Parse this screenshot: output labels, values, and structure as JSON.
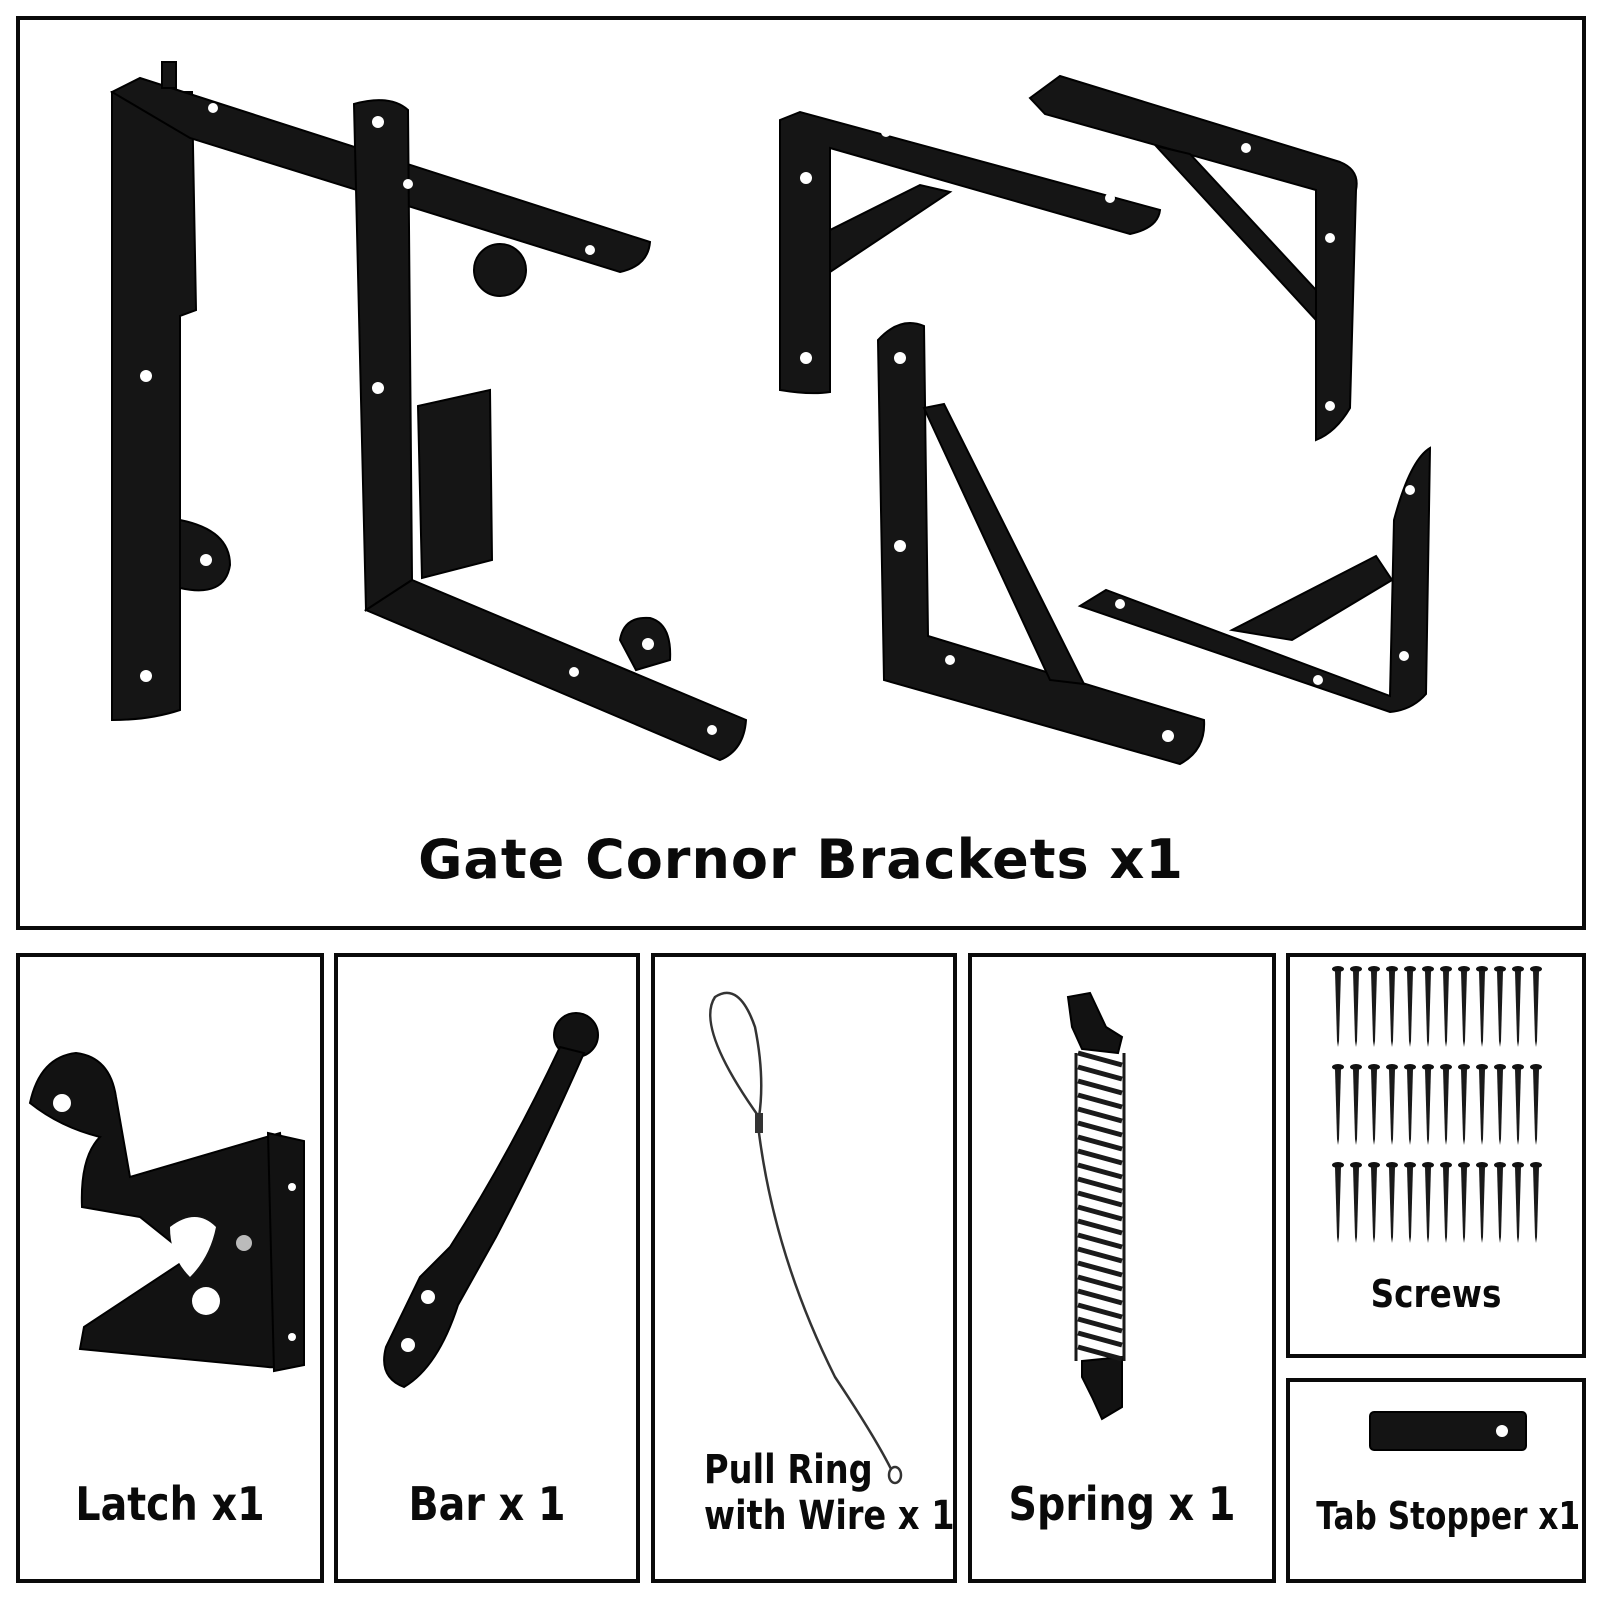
{
  "main_panel": {
    "label": "Gate Cornor Brackets x1"
  },
  "latch_panel": {
    "label": "Latch x1"
  },
  "bar_panel": {
    "label": "Bar x 1"
  },
  "pull_panel": {
    "line1": "Pull Ring",
    "line2": "with Wire x 1"
  },
  "spring_panel": {
    "label": "Spring x 1"
  },
  "screws_panel": {
    "label": "Screws"
  },
  "tab_panel": {
    "label": "Tab Stopper x1"
  },
  "colors": {
    "border": "#0a0a0a",
    "metal": "#141414",
    "background": "#ffffff"
  }
}
